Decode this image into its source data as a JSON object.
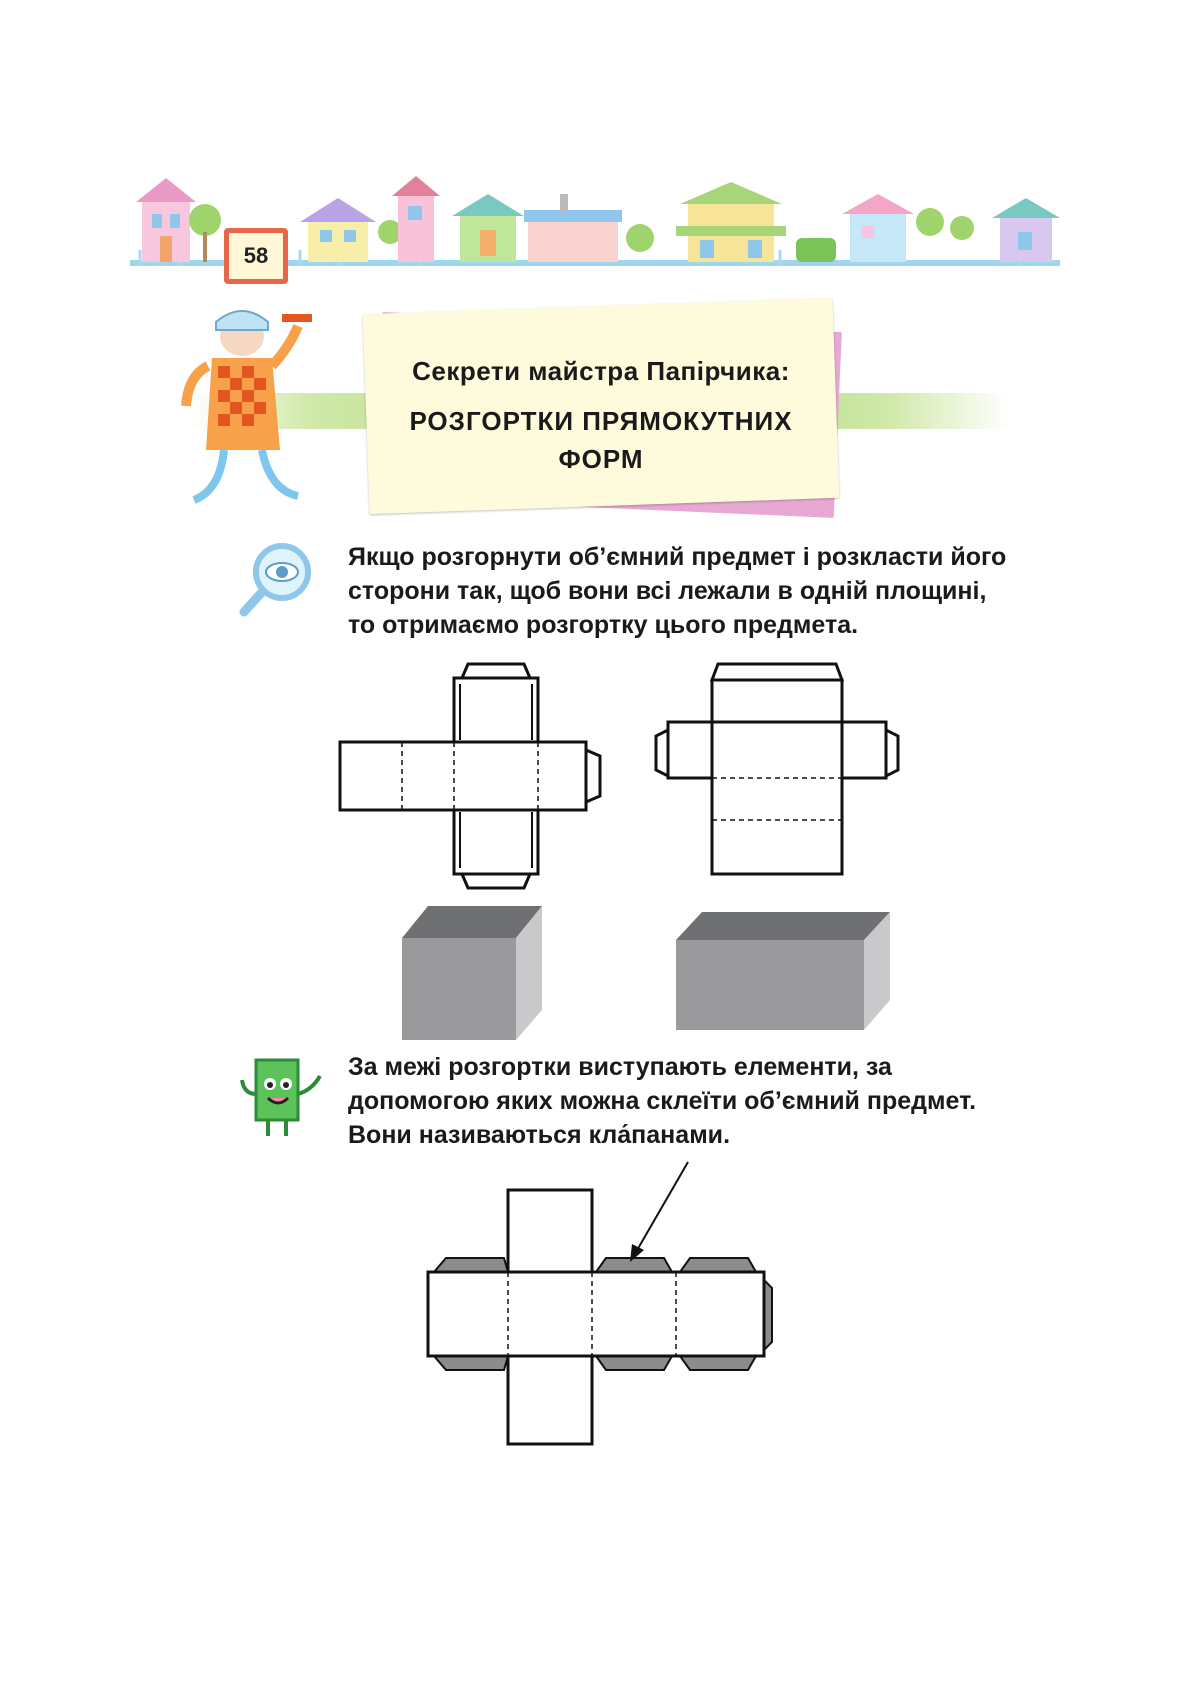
{
  "page": {
    "number": "58"
  },
  "title": {
    "line1": "Секрети майстра Папірчика:",
    "line2": "РОЗГОРТКИ ПРЯМОКУТНИХ ФОРМ"
  },
  "paragraph1": {
    "before": "Якщо розгорнути об’ємний предмет і розкласти його сторони так, щоб вони всі лежали в одній площині, то отримаємо ",
    "bold": "розгортку",
    "after": " цього предмета."
  },
  "paragraph2": {
    "before": "За межі розгортки виступають елементи, за допомогою яких можна склеїти об’ємний предмет. Вони називаються ",
    "bold": "кла́панами",
    "after": "."
  },
  "icons": {
    "header": "houses-and-trees-illustration",
    "mascot": "paper-master-clown-icon",
    "magnifier": "magnifier-eye-icon",
    "book": "book-character-icon"
  },
  "colors": {
    "page_number_border": "#e8664a",
    "title_card": "#fdfbdc",
    "green_band": "#a9d57a",
    "box_front": "#9a9a9c",
    "box_top": "#6f7072",
    "box_side": "#c9c9cb",
    "flap": "#8c8c8c"
  }
}
